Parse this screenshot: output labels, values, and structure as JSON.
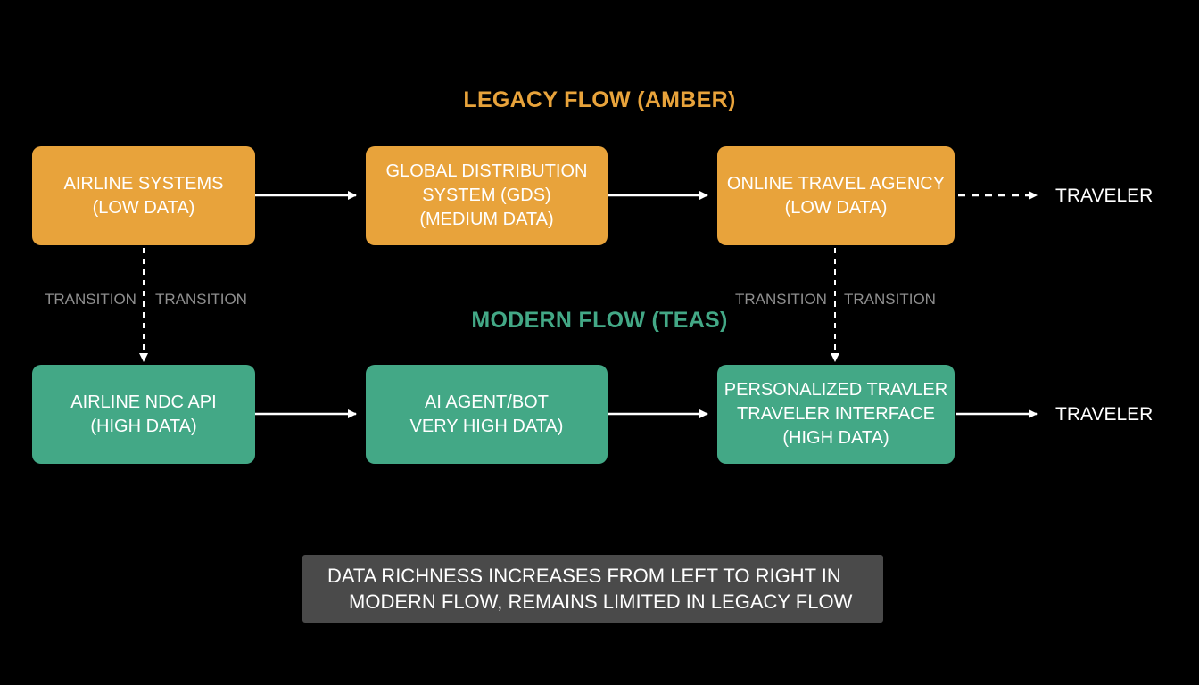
{
  "legacy": {
    "title": "LEGACY FLOW (AMBER)",
    "color": "#e8a33b",
    "boxes": [
      {
        "lines": [
          "AIRLINE SYSTEMS",
          "(LOW DATA)"
        ]
      },
      {
        "lines": [
          "GLOBAL DISTRIBUTION",
          "SYSTEM (GDS)",
          "(MEDIUM DATA)"
        ]
      },
      {
        "lines": [
          "ONLINE TRAVEL AGENCY",
          "(LOW DATA)"
        ]
      }
    ],
    "end_label": "TRAVELER"
  },
  "modern": {
    "title": "MODERN FLOW (TEAS)",
    "color": "#43a886",
    "boxes": [
      {
        "lines": [
          "AIRLINE NDC API",
          "(HIGH DATA)"
        ]
      },
      {
        "lines": [
          "AI AGENT/BOT",
          "VERY HIGH DATA)"
        ]
      },
      {
        "lines": [
          "PERSONALIZED TRAVLER",
          "TRAVELER INTERFACE",
          "(HIGH DATA)"
        ]
      }
    ],
    "end_label": "TRAVELER"
  },
  "transitions": {
    "left": [
      "TRANSITION",
      "TRANSITION"
    ],
    "right": [
      "TRANSITION",
      "TRANSITION"
    ]
  },
  "note": {
    "lines": [
      "DATA RICHNESS INCREASES FROM LEFT TO RIGHT IN",
      "MODERN FLOW, REMAINS LIMITED IN LEGACY FLOW"
    ]
  },
  "colors": {
    "background": "#000000",
    "arrow": "#ffffff",
    "note_background": "#4a4a4a",
    "transition_text": "#8f8f8f"
  }
}
